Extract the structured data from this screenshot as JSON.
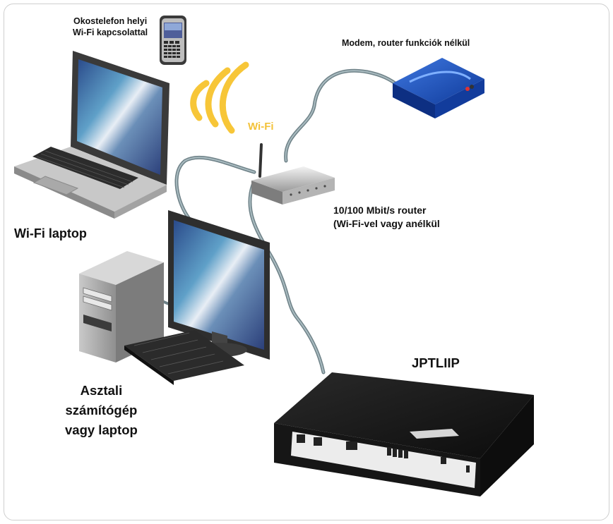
{
  "labels": {
    "phone_line1": "Okostelefon helyi",
    "phone_line2": "Wi-Fi kapcsolattal",
    "modem": "Modem, router funkciók nélkül",
    "router_line1": "10/100 Mbit/s router",
    "router_line2": "(Wi-Fi-vel vagy anélkül",
    "wifi": "Wi-Fi",
    "wifi_laptop": "Wi-Fi laptop",
    "desktop_line1": "Asztali",
    "desktop_line2": "számítógép",
    "desktop_line3": "vagy laptop",
    "device": "JPTLIIP"
  },
  "colors": {
    "wifi_arc": "#f7c638",
    "modem_blue": "#1a4fc0",
    "cable": "#7b8e94",
    "device_black": "#1b1b1b",
    "screen_blue": "#3a5c9e"
  },
  "icons": [
    "smartphone-icon",
    "laptop-icon",
    "wifi-signal-icon",
    "router-icon",
    "modem-icon",
    "desktop-computer-icon",
    "jptliip-device-icon"
  ]
}
